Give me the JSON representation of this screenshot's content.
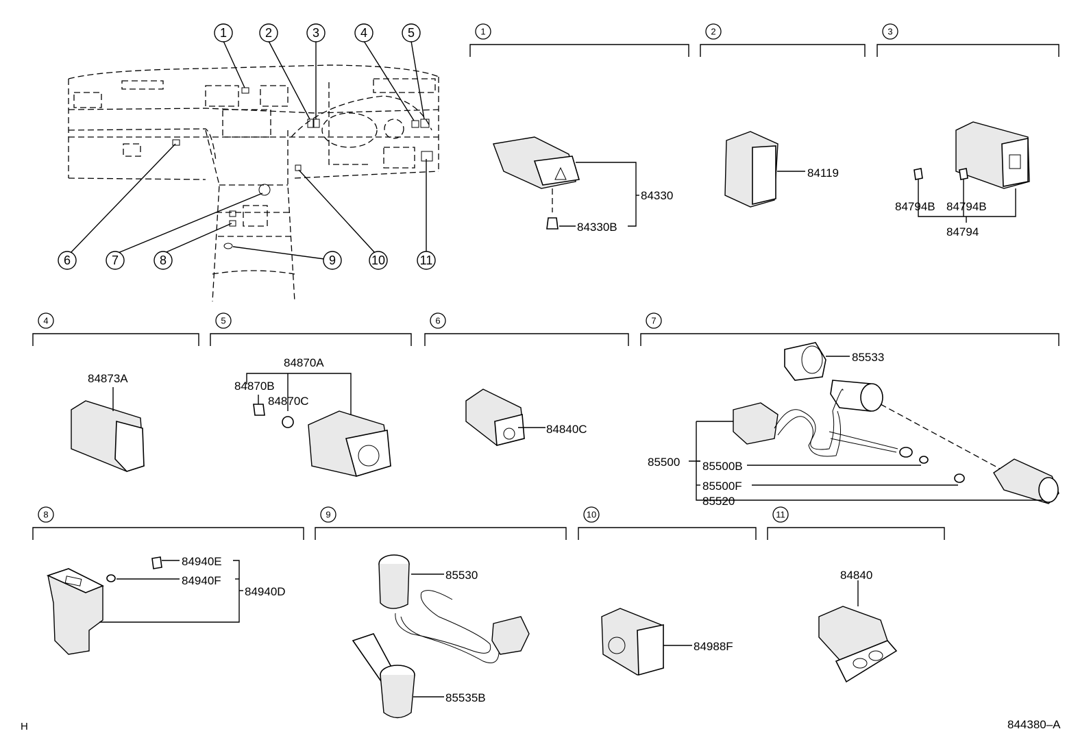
{
  "overview_callouts": [
    "1",
    "2",
    "3",
    "4",
    "5",
    "6",
    "7",
    "8",
    "9",
    "10",
    "11"
  ],
  "sections": [
    {
      "id": "1",
      "parts": [
        "84330",
        "84330B"
      ]
    },
    {
      "id": "2",
      "parts": [
        "84119"
      ]
    },
    {
      "id": "3",
      "parts": [
        "84794B",
        "84794B",
        "84794"
      ]
    },
    {
      "id": "4",
      "parts": [
        "84873A"
      ]
    },
    {
      "id": "5",
      "parts": [
        "84870A",
        "84870B",
        "84870C"
      ]
    },
    {
      "id": "6",
      "parts": [
        "84840C"
      ]
    },
    {
      "id": "7",
      "parts": [
        "85533",
        "85500",
        "85500B",
        "85500F",
        "85520"
      ]
    },
    {
      "id": "8",
      "parts": [
        "84940E",
        "84940F",
        "84940D"
      ]
    },
    {
      "id": "9",
      "parts": [
        "85530",
        "85535B"
      ]
    },
    {
      "id": "10",
      "parts": [
        "84988F"
      ]
    },
    {
      "id": "11",
      "parts": [
        "84840"
      ]
    }
  ],
  "footer": {
    "left": "H",
    "right": "844380–A"
  }
}
